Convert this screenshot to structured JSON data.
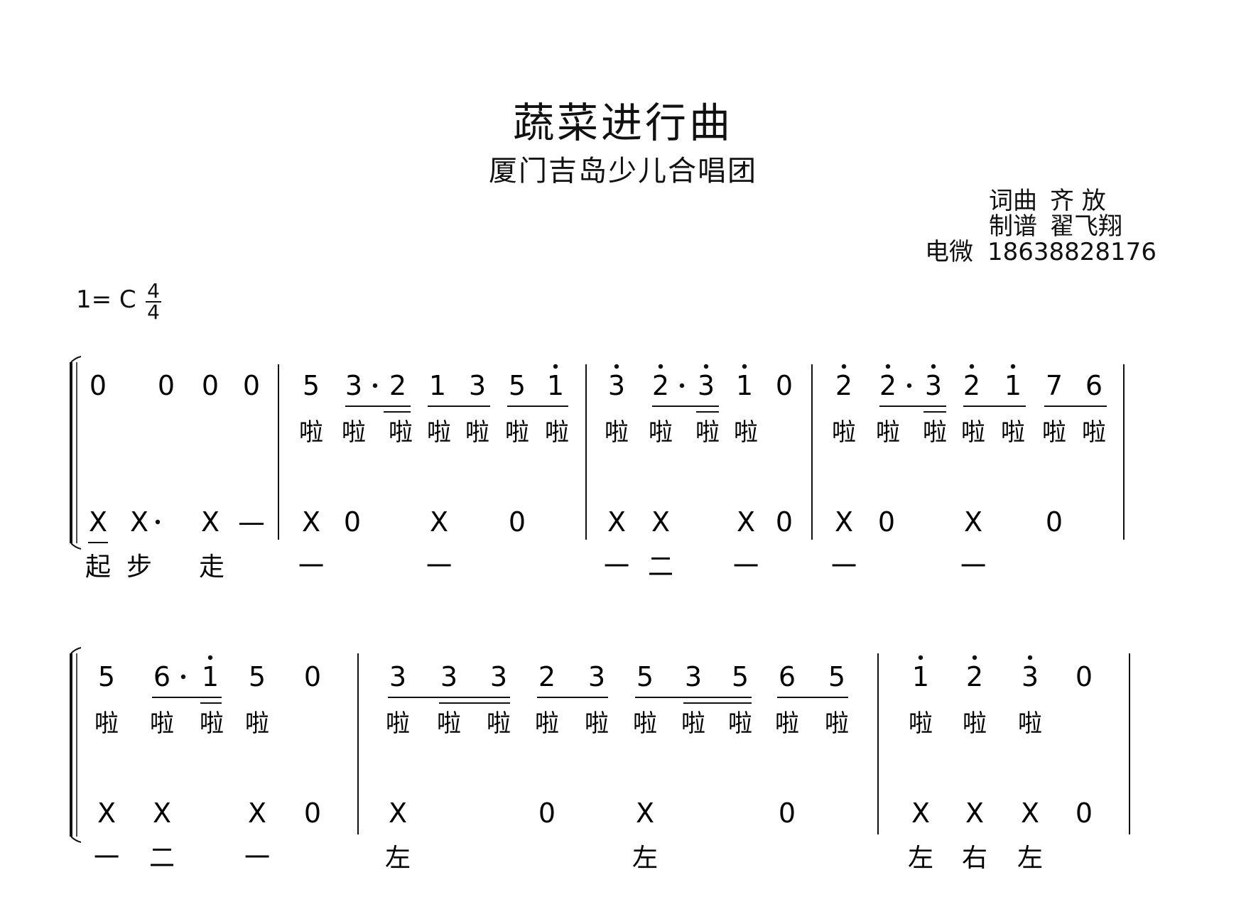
{
  "header": {
    "title": "蔬菜进行曲",
    "subtitle": "厦门吉岛少儿合唱团",
    "credits": [
      {
        "label": "词曲",
        "name": "齐  放"
      },
      {
        "label": "制谱",
        "name": "翟飞翔"
      },
      {
        "label": "电微",
        "name": "18638828176"
      }
    ]
  },
  "key_signature": {
    "text": "1= C",
    "time_top": "4",
    "time_bottom": "4"
  },
  "systems": [
    {
      "melody": [
        {
          "t": "0"
        },
        {
          "t": "0"
        },
        {
          "t": "0"
        },
        {
          "t": "0"
        },
        {
          "t": "|"
        },
        {
          "t": "5"
        },
        {
          "t": "3·"
        },
        {
          "t": "2"
        },
        {
          "t": "1"
        },
        {
          "t": "3"
        },
        {
          "t": "5"
        },
        {
          "t": "1̇"
        },
        {
          "t": "|"
        },
        {
          "t": "3̇"
        },
        {
          "t": "2̇·"
        },
        {
          "t": "3̇"
        },
        {
          "t": "1̇"
        },
        {
          "t": "0"
        },
        {
          "t": "|"
        },
        {
          "t": "2̇"
        },
        {
          "t": "2̇·"
        },
        {
          "t": "3̇"
        },
        {
          "t": "2̇"
        },
        {
          "t": "1̇"
        },
        {
          "t": "7"
        },
        {
          "t": "6"
        }
      ],
      "lyrics": [
        "啦",
        "啦",
        "啦",
        "啦",
        "啦",
        "啦",
        "啦",
        "啦",
        "啦",
        "啦",
        "啦",
        "啦",
        "啦",
        "啦",
        "啦",
        "啦",
        "啦",
        "啦"
      ],
      "rhythm": [
        "X",
        "X·",
        "X",
        "—",
        "X",
        "0",
        "X",
        "0",
        "X",
        "X",
        "X",
        "0",
        "X",
        "0",
        "X",
        "0"
      ],
      "steps": [
        "起",
        "步",
        "走",
        "一",
        "一",
        "一",
        "二",
        "一",
        "一",
        "一"
      ]
    },
    {
      "melody": [
        {
          "t": "5"
        },
        {
          "t": "6·"
        },
        {
          "t": "1̇"
        },
        {
          "t": "5"
        },
        {
          "t": "0"
        },
        {
          "t": "|"
        },
        {
          "t": "3"
        },
        {
          "t": "3"
        },
        {
          "t": "3"
        },
        {
          "t": "2"
        },
        {
          "t": "3"
        },
        {
          "t": "5"
        },
        {
          "t": "3"
        },
        {
          "t": "5"
        },
        {
          "t": "6"
        },
        {
          "t": "5"
        },
        {
          "t": "|"
        },
        {
          "t": "1̇"
        },
        {
          "t": "2̇"
        },
        {
          "t": "3̇"
        },
        {
          "t": "0"
        }
      ],
      "lyrics": [
        "啦",
        "啦",
        "啦",
        "啦",
        "啦",
        "啦",
        "啦",
        "啦",
        "啦",
        "啦",
        "啦",
        "啦",
        "啦",
        "啦",
        "啦",
        "啦",
        "啦"
      ],
      "rhythm": [
        "X",
        "X",
        "X",
        "0",
        "X",
        "0",
        "X",
        "0",
        "X",
        "X",
        "X",
        "0"
      ],
      "steps": [
        "一",
        "二",
        "一",
        "左",
        "左",
        "左",
        "右",
        "左"
      ]
    }
  ]
}
